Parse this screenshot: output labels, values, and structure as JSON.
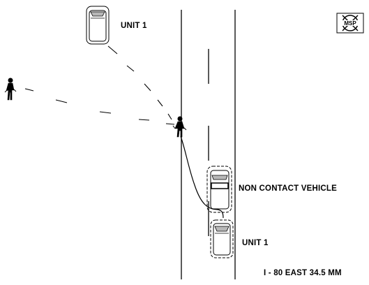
{
  "labels": {
    "unit1_top": "UNIT 1",
    "non_contact": "NON CONTACT VEHICLE",
    "unit1_bottom": "UNIT 1",
    "location": "I - 80 EAST 34.5 MM"
  },
  "logo": {
    "text": "MSP",
    "icon": "agency-logo-icon"
  },
  "colors": {
    "line": "#000000",
    "vehicle_roof": "#b8b8b8",
    "background": "#ffffff"
  }
}
